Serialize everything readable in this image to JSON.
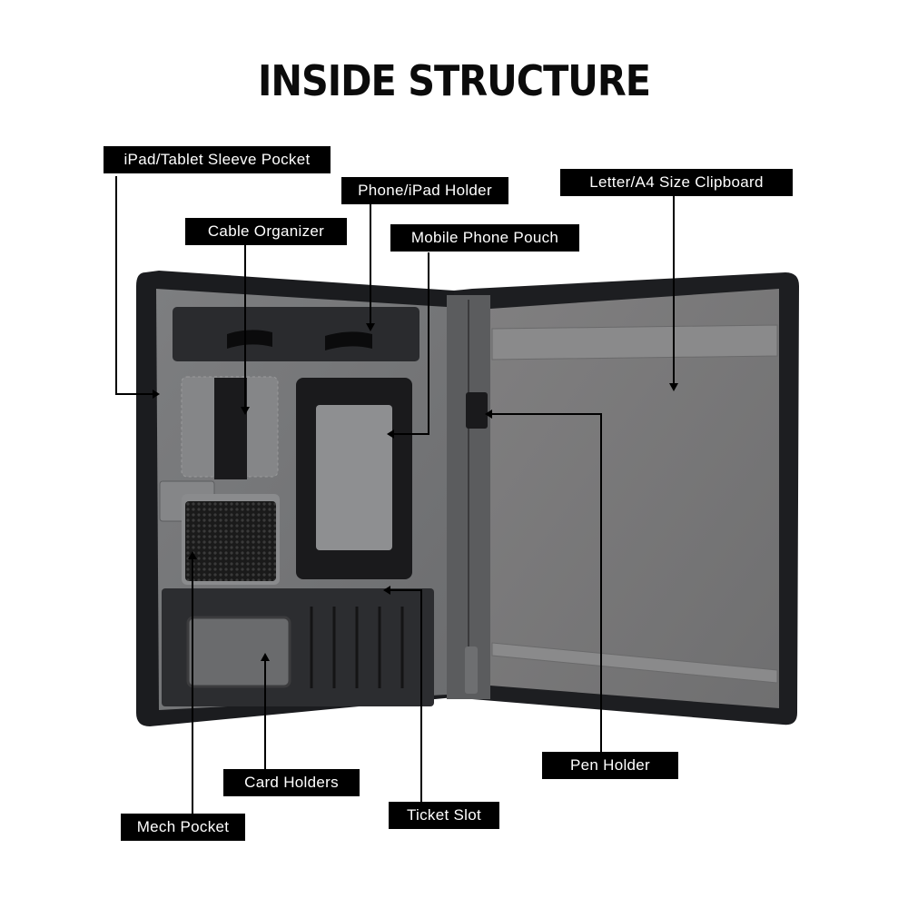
{
  "page": {
    "title": "INSIDE STRUCTURE"
  },
  "labels": {
    "ipad_sleeve": "iPad/Tablet Sleeve Pocket",
    "phone_ipad_holder": "Phone/iPad Holder",
    "letter_clipboard": "Letter/A4 Size Clipboard",
    "cable_organizer": "Cable Organizer",
    "mobile_phone_pouch": "Mobile Phone Pouch",
    "pen_holder": "Pen Holder",
    "card_holders": "Card Holders",
    "ticket_slot": "Ticket Slot",
    "mech_pocket": "Mech Pocket"
  },
  "colors": {
    "label_bg": "#000000",
    "label_text": "#ffffff",
    "case_outer": "#1c1d20",
    "lining": "#77787a",
    "leather_dark": "#2b2c2f"
  }
}
